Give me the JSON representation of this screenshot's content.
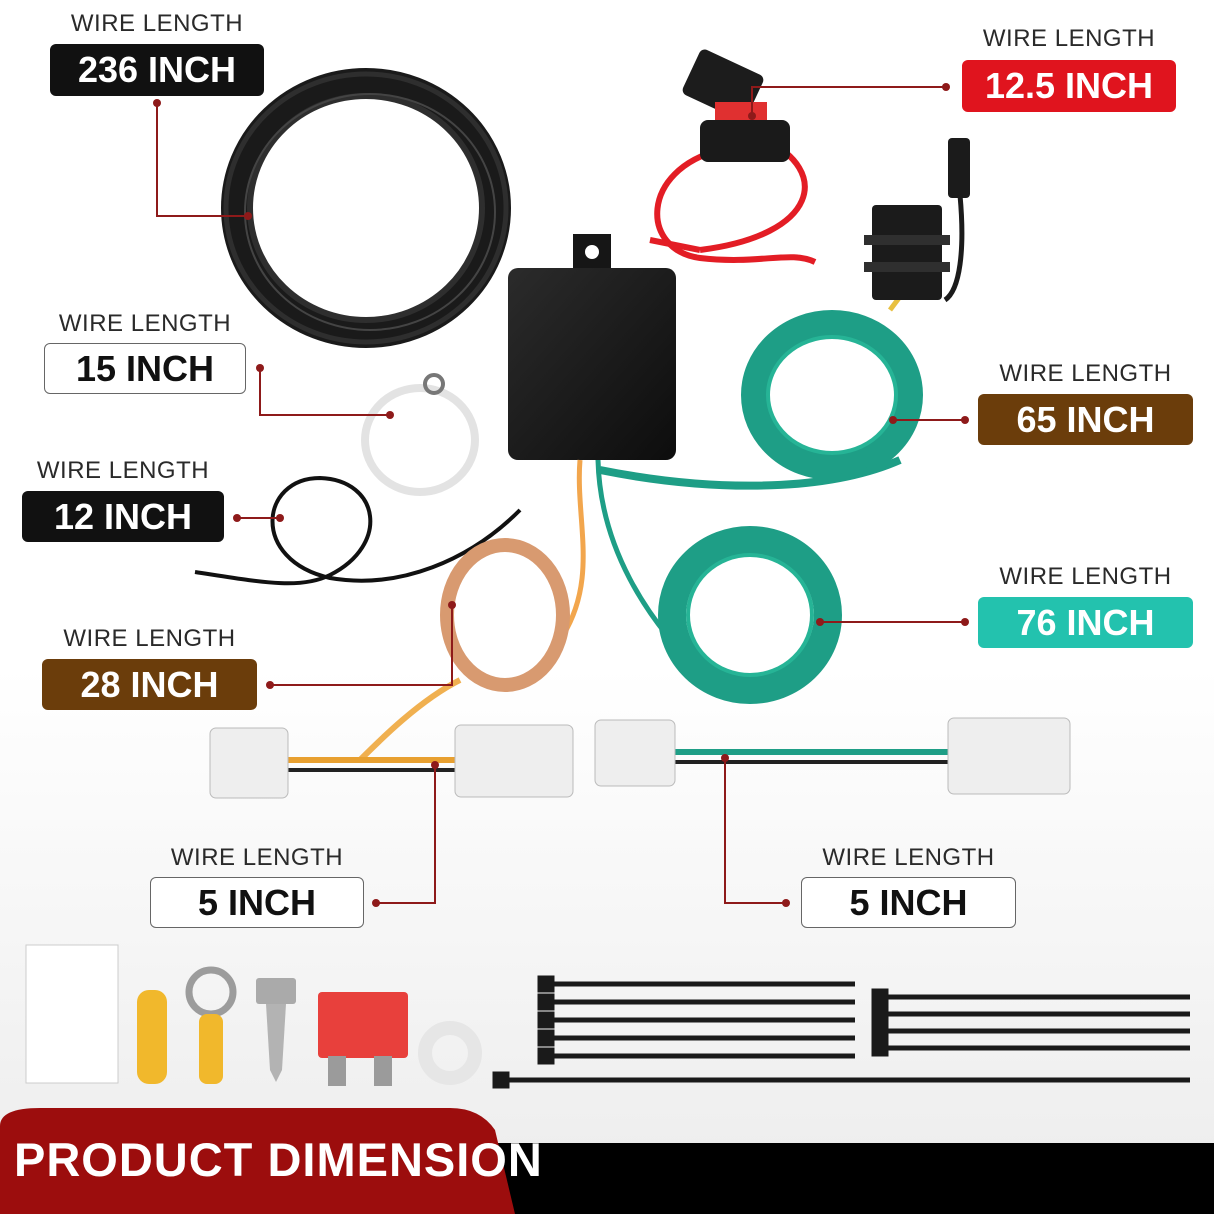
{
  "labels": {
    "w236": {
      "caption": "WIRE LENGTH",
      "value": "236 INCH",
      "color": "#111111"
    },
    "w125": {
      "caption": "WIRE LENGTH",
      "value": "12.5 INCH",
      "color": "#e0141e"
    },
    "w15": {
      "caption": "WIRE LENGTH",
      "value": "15 INCH",
      "color": "#ffffff"
    },
    "w65": {
      "caption": "WIRE LENGTH",
      "value": "65 INCH",
      "color": "#6b3d0b"
    },
    "w12": {
      "caption": "WIRE LENGTH",
      "value": "12 INCH",
      "color": "#111111"
    },
    "w76": {
      "caption": "WIRE LENGTH",
      "value": "76 INCH",
      "color": "#23c2ae"
    },
    "w28": {
      "caption": "WIRE LENGTH",
      "value": "28 INCH",
      "color": "#6b3d0b"
    },
    "w5a": {
      "caption": "WIRE LENGTH",
      "value": "5 INCH",
      "color": "#ffffff"
    },
    "w5b": {
      "caption": "WIRE LENGTH",
      "value": "5 INCH",
      "color": "#ffffff"
    }
  },
  "footer": {
    "title": "PRODUCT DIMENSION",
    "band_color": "#9c0d0d",
    "bar_color": "#000000"
  },
  "icons": [
    "wire-coil-icon",
    "fuse-holder-icon",
    "control-module-icon",
    "ring-terminal-icon",
    "flat-4-pin-connector-icon",
    "harness-connector-icon",
    "butt-connector-icon",
    "self-tapping-screw-icon",
    "blade-fuse-icon",
    "washer-icon",
    "cable-tie-icon"
  ]
}
